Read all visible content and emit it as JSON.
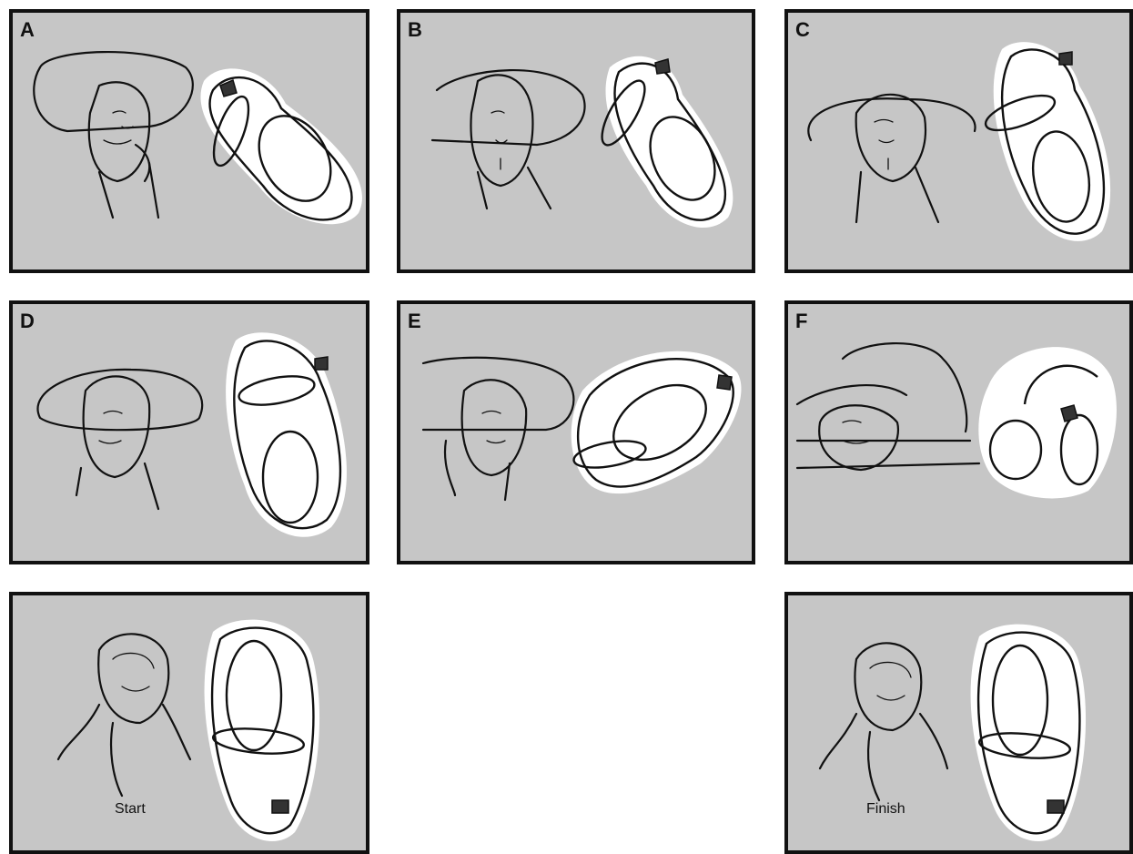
{
  "panels": [
    {
      "id": "A",
      "letter": "A",
      "caption": ""
    },
    {
      "id": "B",
      "letter": "B",
      "caption": ""
    },
    {
      "id": "C",
      "letter": "C",
      "caption": ""
    },
    {
      "id": "D",
      "letter": "D",
      "caption": ""
    },
    {
      "id": "E",
      "letter": "E",
      "caption": ""
    },
    {
      "id": "F",
      "letter": "F",
      "caption": ""
    },
    {
      "id": "start",
      "letter": "",
      "caption": "Start"
    },
    {
      "id": "finish",
      "letter": "",
      "caption": "Finish"
    }
  ],
  "colors": {
    "panel_bg": "#c6c6c6",
    "border": "#111111",
    "labyrinth": "#ffffff"
  }
}
